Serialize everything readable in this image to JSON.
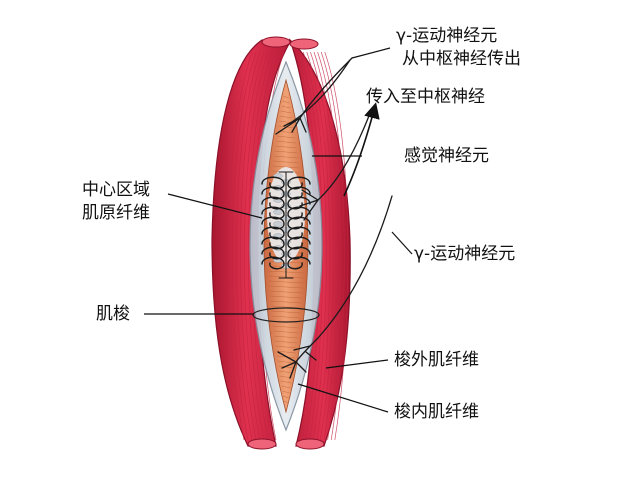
{
  "labels": {
    "gamma_from_cns_line1": "γ-运动神经元",
    "gamma_from_cns_line2": "从中枢神经传出",
    "afferent_to_cns": "传入至中枢神经",
    "sensory_neuron": "感觉神经元",
    "central_region_line1": "中心区域",
    "central_region_line2": "肌原纤维",
    "gamma_motor_neuron": "γ-运动神经元",
    "spindle": "肌梭",
    "extrafusal_fiber": "梭外肌纤维",
    "intrafusal_fiber": "梭内肌纤维"
  },
  "colors": {
    "extrafusal_muscle": "#d42a48",
    "extrafusal_dark": "#9a1430",
    "intrafusal_fiber": "#e08a5a",
    "capsule": "#c9d2dc",
    "nerve": "#1a1a1a",
    "leader_line": "#111111"
  }
}
